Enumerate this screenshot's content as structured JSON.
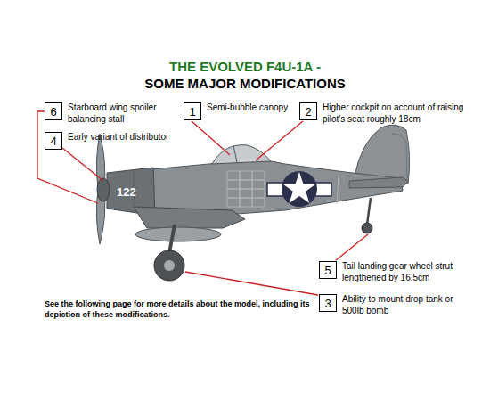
{
  "diagram": {
    "title": "THE EVOLVED F4U-1A -",
    "caption": "See the following page for more details about the model, including its depiction of these modifications.",
    "nodes": [
      {
        "text": [
          "6",
          "Starboard wing spoiler balancing stall"
        ]
      },
      {
        "text": [
          "1",
          "Semi-bubble canopy"
        ]
      },
      {
        "text": [
          "2",
          "Higher cockpit on account of raising pilot's seat roughly 18cm"
        ]
      },
      {
        "text": [
          "4",
          "Early variant of distributor"
        ]
      },
      {
        "text": [
          "5",
          "Tail landing gear wheel strut lengthened by 16.5cm"
        ]
      },
      {
        "text": [
          "3",
          "Ability to mount drop tank or 500lb bomb"
        ]
      }
    ],
    "labels": [
      "SOME MAJOR MODIFICATIONS",
      "122"
    ]
  }
}
